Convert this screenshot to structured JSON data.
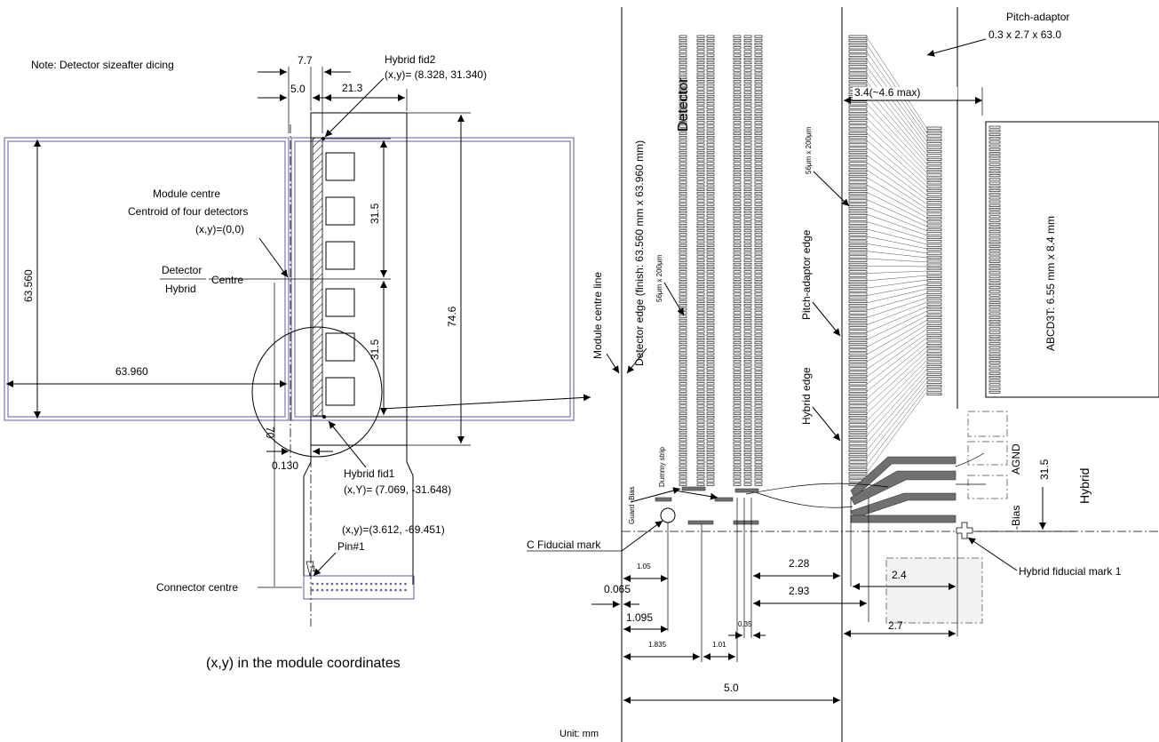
{
  "left_view": {
    "note": "Note: Detector sizeafter dicing",
    "dim_width": "63.960",
    "dim_height": "63.560",
    "dim_7_7": "7.7",
    "dim_5_0": "5.0",
    "dim_21_3": "21.3",
    "dim_31_5_top": "31.5",
    "dim_31_5_bottom": "31.5",
    "dim_74_6": "74.6",
    "dim_70": "70",
    "dim_0_130": "0.130",
    "hybrid_fid2_title": "Hybrid fid2",
    "hybrid_fid2_coords": "(x,y)= (8.328, 31.340)",
    "module_centre_line1": "Module centre",
    "module_centre_line2": "Centroid of four detectors",
    "module_centre_coords": "(x,y)=(0,0)",
    "centre_numerator": "Detector",
    "centre_denominator": "Hybrid",
    "centre_label": "Centre",
    "hybrid_fid1_title": "Hybrid fid1",
    "hybrid_fid1_coords": "(x,Y)= (7.069, -31.648)",
    "connector_coords": "(x,y)=(3.612, -69.451)",
    "pin1": "Pin#1",
    "pin1_mark": "1",
    "connector_centre": "Connector centre",
    "module_coords_caption": "(x,y) in the module coordinates"
  },
  "right_view": {
    "pitch_adaptor_title": "Pitch-adaptor",
    "pitch_adaptor_size": "0.3 x 2.7 x 63.0",
    "dim_3_4": "3.4(~4.6 max)",
    "detector_label": "Detector",
    "detector_edge": "Detector edge (finish: 63.560 mm x 63.960 mm)",
    "pitch_note_a": "56μm x 200μm",
    "pitch_note_b": "56μm x 200μm",
    "module_centre_line": "Module centre line",
    "pitch_adaptor_edge": "Pitch-adaptor edge",
    "hybrid_edge": "Hybrid edge",
    "abcd_chip": "ABCD3T: 6.55 mm x 8.4 mm",
    "agnd": "AGND",
    "bias": "-Bias",
    "dim_31_5": "31.5",
    "hybrid_label": "Hybrid",
    "guard_bias": "Guard -Bias",
    "dummy_strip": "Dummy strip",
    "c_fiducial": "C Fiducial mark",
    "hybrid_fiducial": "Hybrid fiducial mark 1",
    "dim_1_05": "1.05",
    "dim_0_065": "0.065",
    "dim_1_095": "1.095",
    "dim_1_835": "1.835",
    "dim_1_01": "1.01",
    "dim_0_35": "0.35",
    "dim_2_28": "2.28",
    "dim_2_93": "2.93",
    "dim_2_4": "2.4",
    "dim_2_7": "2.7",
    "dim_5_0": "5.0",
    "unit": "Unit: mm"
  }
}
